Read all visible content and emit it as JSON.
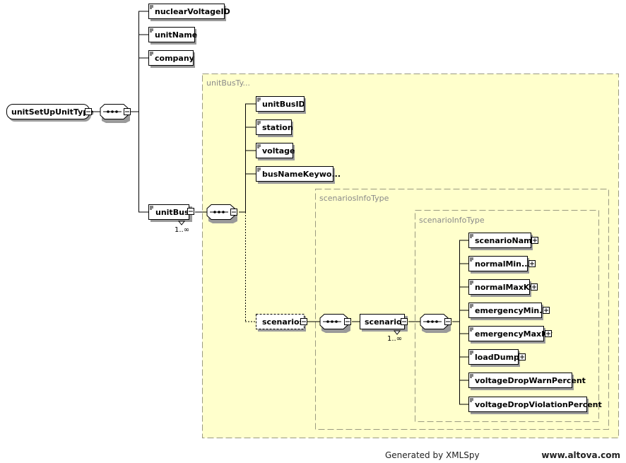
{
  "root": {
    "label": "unitSetUpUnitType"
  },
  "root_children": [
    {
      "id": "nuclearVoltageID",
      "label": "nuclearVoltageID"
    },
    {
      "id": "unitName",
      "label": "unitName"
    },
    {
      "id": "company",
      "label": "company"
    }
  ],
  "unitBus": {
    "label": "unitBus",
    "multiplicity": "1..∞",
    "type_label": "unitBusTy...",
    "children": [
      {
        "id": "unitBusID",
        "label": "unitBusID"
      },
      {
        "id": "station",
        "label": "station"
      },
      {
        "id": "voltage",
        "label": "voltage"
      },
      {
        "id": "busNameKeyword",
        "label": "busNameKeywo..."
      }
    ]
  },
  "scenarios": {
    "label": "scenarios",
    "type_label": "scenariosInfoType"
  },
  "scenario": {
    "label": "scenario",
    "multiplicity": "1..∞",
    "type_label": "scenarioInfoType",
    "children": [
      {
        "id": "scenarioName",
        "label": "scenarioName",
        "expandable": true
      },
      {
        "id": "normalMinKv",
        "label": "normalMin...",
        "expandable": true
      },
      {
        "id": "normalMaxKv",
        "label": "normalMaxKv",
        "expandable": true
      },
      {
        "id": "emergencyMinKv",
        "label": "emergencyMin...",
        "expandable": true
      },
      {
        "id": "emergencyMaxKv",
        "label": "emergencyMaxKv",
        "expandable": true
      },
      {
        "id": "loadDump",
        "label": "loadDump",
        "expandable": true
      },
      {
        "id": "voltageDropWarnPercent",
        "label": "voltageDropWarnPercent",
        "expandable": false
      },
      {
        "id": "voltageDropViolationPercent",
        "label": "voltageDropViolationPercent",
        "expandable": false
      }
    ]
  },
  "footer": {
    "generated_by": "Generated by XMLSpy",
    "url": "www.altova.com"
  },
  "colors": {
    "type_box_fill": "#ffffcc",
    "type_box_border": "#9a9a80",
    "line": "#000000",
    "shadow": "#9a9a9a",
    "group_label": "#8a8a8a"
  }
}
